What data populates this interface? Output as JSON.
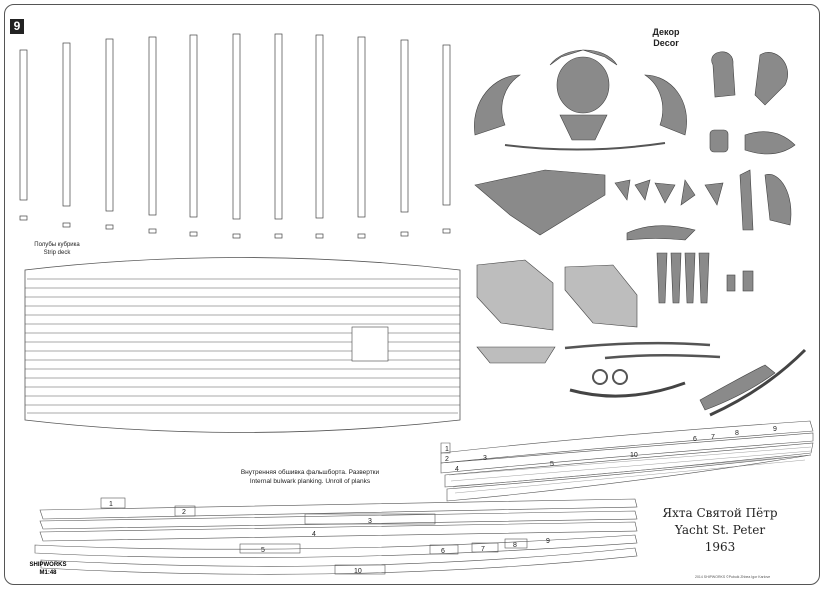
{
  "sheet": {
    "number": "9",
    "strips_label": [
      "Полубы кубрика",
      "Strip deck"
    ],
    "decor_label": [
      "Декор",
      "Decor"
    ],
    "planking_label": [
      "Внутренняя обшивка фальшборта. Развертки",
      "Internal bulwark planking. Unroll of planks"
    ],
    "yacht_title": [
      "Яхта Святой Пётр",
      "Yacht St. Peter",
      "1963"
    ],
    "brand": [
      "SHIPWORKS",
      "M1:48"
    ],
    "copyright": "2014 SHIPWORKS ©Pubuik Zhbea Igor Karlove"
  },
  "lower_strip_numbers": [
    "1",
    "2",
    "3",
    "4",
    "5",
    "6",
    "7",
    "8",
    "9",
    "10"
  ],
  "right_strip_numbers": [
    "1",
    "2",
    "3",
    "4",
    "5",
    "6",
    "7",
    "8",
    "9",
    "10"
  ],
  "colors": {
    "ink": "#222222",
    "decor": "#6b6b6b",
    "border": "#555555"
  }
}
